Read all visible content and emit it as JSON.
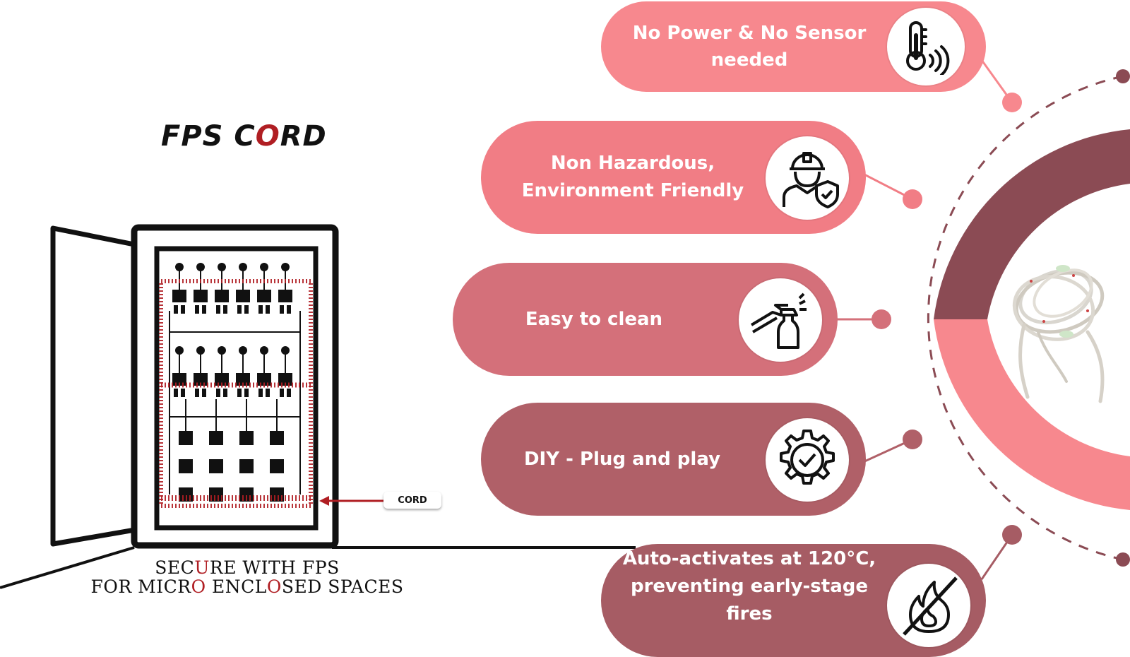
{
  "title": {
    "prefix": "FPS C",
    "highlight": "O",
    "suffix": "RD"
  },
  "tagline": {
    "line1": {
      "a": "SEC",
      "b": "U",
      "c": "RE WITH FPS"
    },
    "line2": {
      "a": "FOR MICR",
      "b": "O",
      "c": " ENCL",
      "d": "O",
      "e": "SED SPACES"
    }
  },
  "cord_label": "CORD",
  "features": [
    {
      "lines": [
        "No Power & No Sensor",
        "needed"
      ],
      "icon": "thermometer-signal-icon"
    },
    {
      "lines": [
        "Non Hazardous,",
        "Environment Friendly"
      ],
      "icon": "worker-shield-icon"
    },
    {
      "lines": [
        "Easy to clean"
      ],
      "icon": "spray-bottle-icon"
    },
    {
      "lines": [
        "DIY - Plug and play"
      ],
      "icon": "gear-check-icon"
    },
    {
      "lines": [
        "Auto-activates at 120°C,",
        "preventing early-stage",
        "fires"
      ],
      "icon": "no-fire-icon"
    }
  ],
  "colors": {
    "pill_1": "#f7888e",
    "pill_2": "#f17d85",
    "pill_3": "#d4707a",
    "pill_4": "#b06068",
    "pill_5": "#a65c64",
    "arc_dark": "#8b4b54",
    "arc_light": "#f7888e",
    "accent_red": "#b01e23"
  },
  "images": {
    "cord_photo": "coiled-cord-image",
    "enclosure": "electrical-enclosure-illustration"
  }
}
